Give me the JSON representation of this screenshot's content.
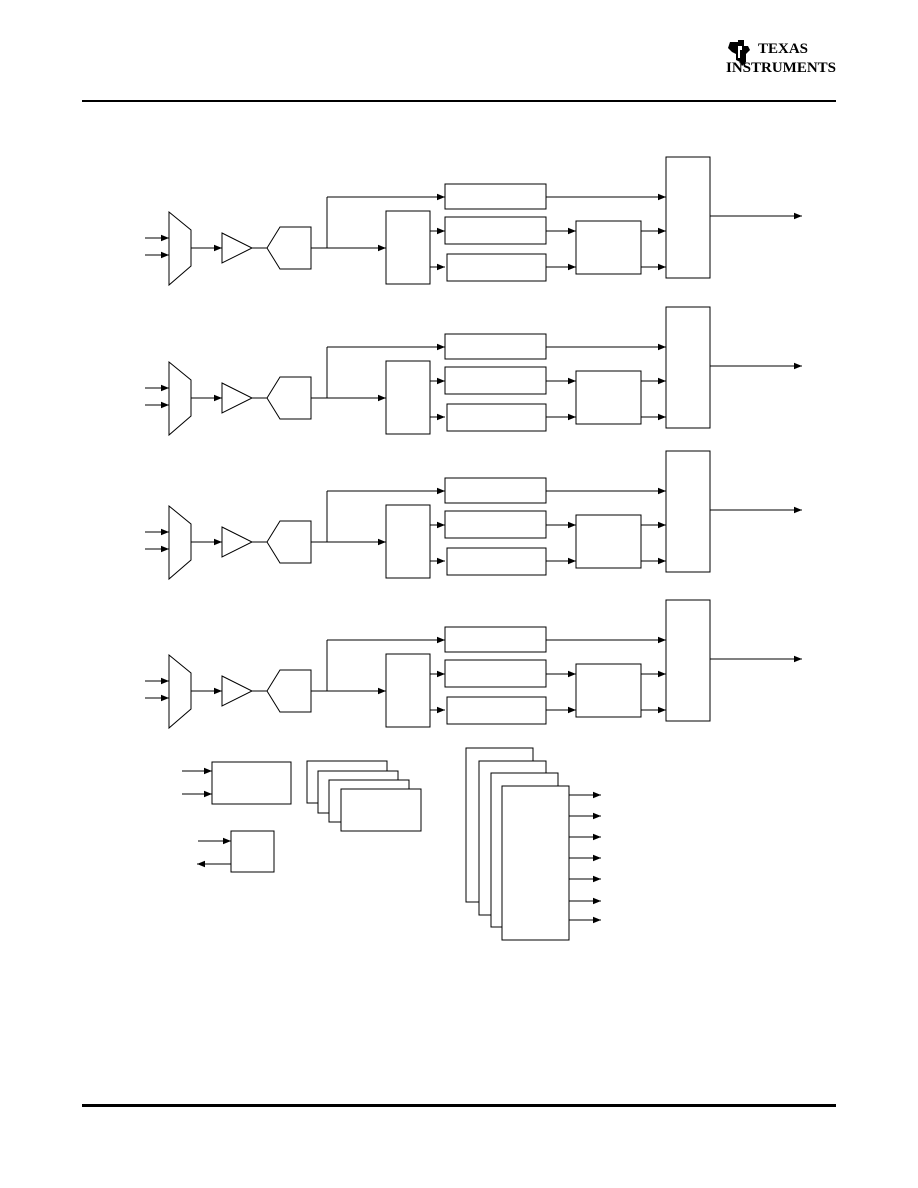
{
  "header": {
    "logo_line1": "TEXAS",
    "logo_line2": "INSTRUMENTS"
  },
  "colors": {
    "ink": "#000000",
    "paper": "#ffffff"
  },
  "diagram": {
    "channel_count": 4,
    "channel_output_arrow_count": 4,
    "stacked_block_group_small_count": 4,
    "stacked_block_group_large_count": 4,
    "large_stack_output_count": 7
  }
}
